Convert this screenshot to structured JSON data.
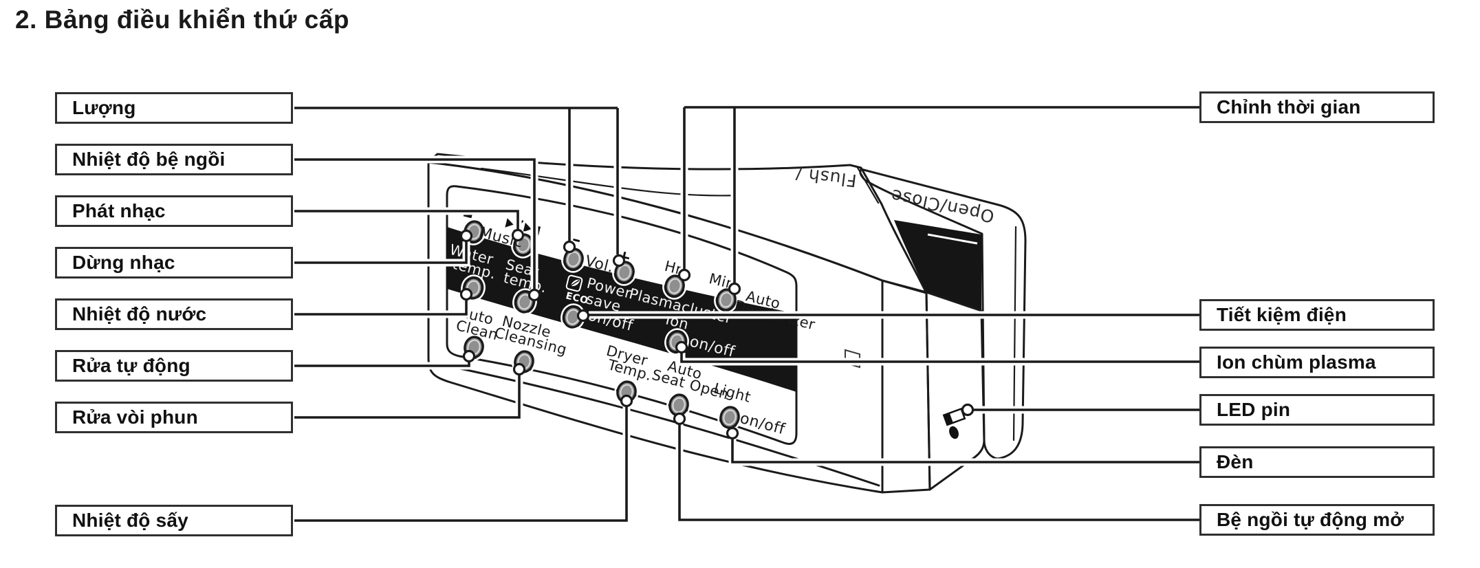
{
  "title": "2. Bảng điều khiển thứ cấp",
  "left_labels": [
    "Lượng",
    "Nhiệt độ bệ ngồi",
    "Phát nhạc",
    "Dừng nhạc",
    "Nhiệt độ nước",
    "Rửa tự động",
    "Rửa vòi phun",
    "Nhiệt độ sấy"
  ],
  "right_labels": [
    "Chỉnh thời gian",
    "Tiết kiệm điện",
    "Ion chùm plasma",
    "LED pin",
    "Đèn",
    "Bệ ngồi tự động mở"
  ],
  "panel": {
    "music": "Music",
    "water1": "Water",
    "water2": "temp.",
    "seat1": "Seat",
    "seat2": "temp.",
    "vol": "Vol.",
    "minus": "−",
    "plus": "+",
    "hr": "Hr.",
    "min": "Min.",
    "deo1": "Auto",
    "deo2": "Deodorizer",
    "eco": "ECO",
    "power1": "Power",
    "power2": "save",
    "power_onoff": "on/off",
    "plasma1": "Plasmacluster",
    "plasma2": "Ion",
    "plasma_onoff": "on/off",
    "clean1": "Auto",
    "clean2": "Clean",
    "nozzle1": "Nozzle",
    "nozzle2": "Cleansing",
    "dryer1": "Dryer",
    "dryer2": "Temp.",
    "seatopen1": "Auto",
    "seatopen2": "Seat Open",
    "light": "Light",
    "light_onoff": "on/off",
    "flush": "Flush /",
    "openclose": "Open/Close"
  },
  "colors": {
    "panel_band": "#151515",
    "frame_gray": "#9c9c9c",
    "button_gray": "#8f8f8f",
    "line": "#1a1a1a"
  }
}
